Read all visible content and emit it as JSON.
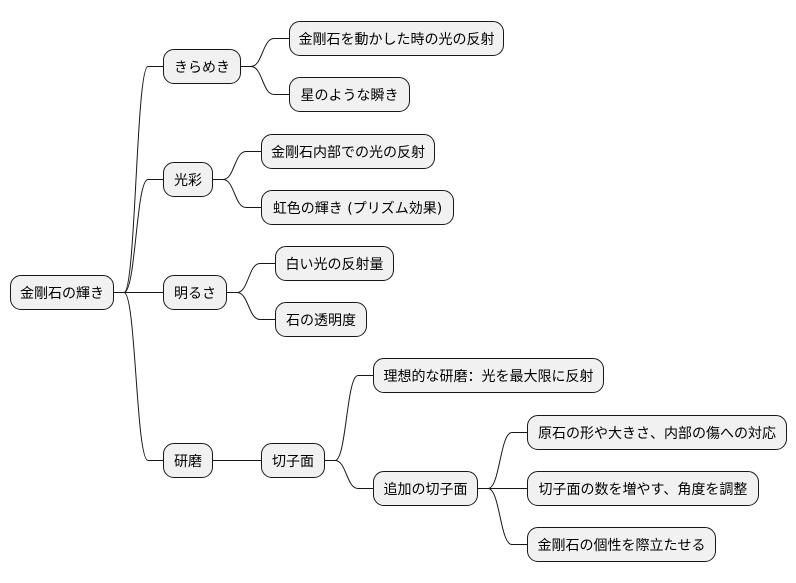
{
  "diagram": {
    "type": "mindmap",
    "colors": {
      "node_fill": "#f1f1f1",
      "node_border": "#181818",
      "edge": "#181818",
      "text": "#000000",
      "background": "#ffffff"
    },
    "root": {
      "id": "root",
      "label": "金剛石の輝き",
      "children": [
        {
          "id": "sparkle",
          "label": "きらめき",
          "children": [
            {
              "id": "sparkle-1",
              "label": "金剛石を動かした時の光の反射"
            },
            {
              "id": "sparkle-2",
              "label": "星のような瞬き"
            }
          ]
        },
        {
          "id": "brilliance",
          "label": "光彩",
          "children": [
            {
              "id": "brilliance-1",
              "label": "金剛石内部での光の反射"
            },
            {
              "id": "brilliance-2",
              "label": "虹色の輝き (プリズム効果)"
            }
          ]
        },
        {
          "id": "brightness",
          "label": "明るさ",
          "children": [
            {
              "id": "brightness-1",
              "label": "白い光の反射量"
            },
            {
              "id": "brightness-2",
              "label": "石の透明度"
            }
          ]
        },
        {
          "id": "polish",
          "label": "研磨",
          "children": [
            {
              "id": "facets",
              "label": "切子面",
              "children": [
                {
                  "id": "facets-1",
                  "label": "理想的な研磨：光を最大限に反射"
                },
                {
                  "id": "extra-facets",
                  "label": "追加の切子面",
                  "children": [
                    {
                      "id": "extra-1",
                      "label": "原石の形や大きさ、内部の傷への対応"
                    },
                    {
                      "id": "extra-2",
                      "label": "切子面の数を増やす、角度を調整"
                    },
                    {
                      "id": "extra-3",
                      "label": "金剛石の個性を際立たせる"
                    }
                  ]
                }
              ]
            }
          ]
        }
      ]
    }
  },
  "labels": {
    "root": "金剛石の輝き",
    "sparkle": "きらめき",
    "sparkle_1": "金剛石を動かした時の光の反射",
    "sparkle_2": "星のような瞬き",
    "brilliance": "光彩",
    "brilliance_1": "金剛石内部での光の反射",
    "brilliance_2": "虹色の輝き (プリズム効果)",
    "brightness": "明るさ",
    "brightness_1": "白い光の反射量",
    "brightness_2": "石の透明度",
    "polish": "研磨",
    "facets": "切子面",
    "facets_1": "理想的な研磨：光を最大限に反射",
    "extra_facets": "追加の切子面",
    "extra_1": "原石の形や大きさ、内部の傷への対応",
    "extra_2": "切子面の数を増やす、角度を調整",
    "extra_3": "金剛石の個性を際立たせる"
  }
}
